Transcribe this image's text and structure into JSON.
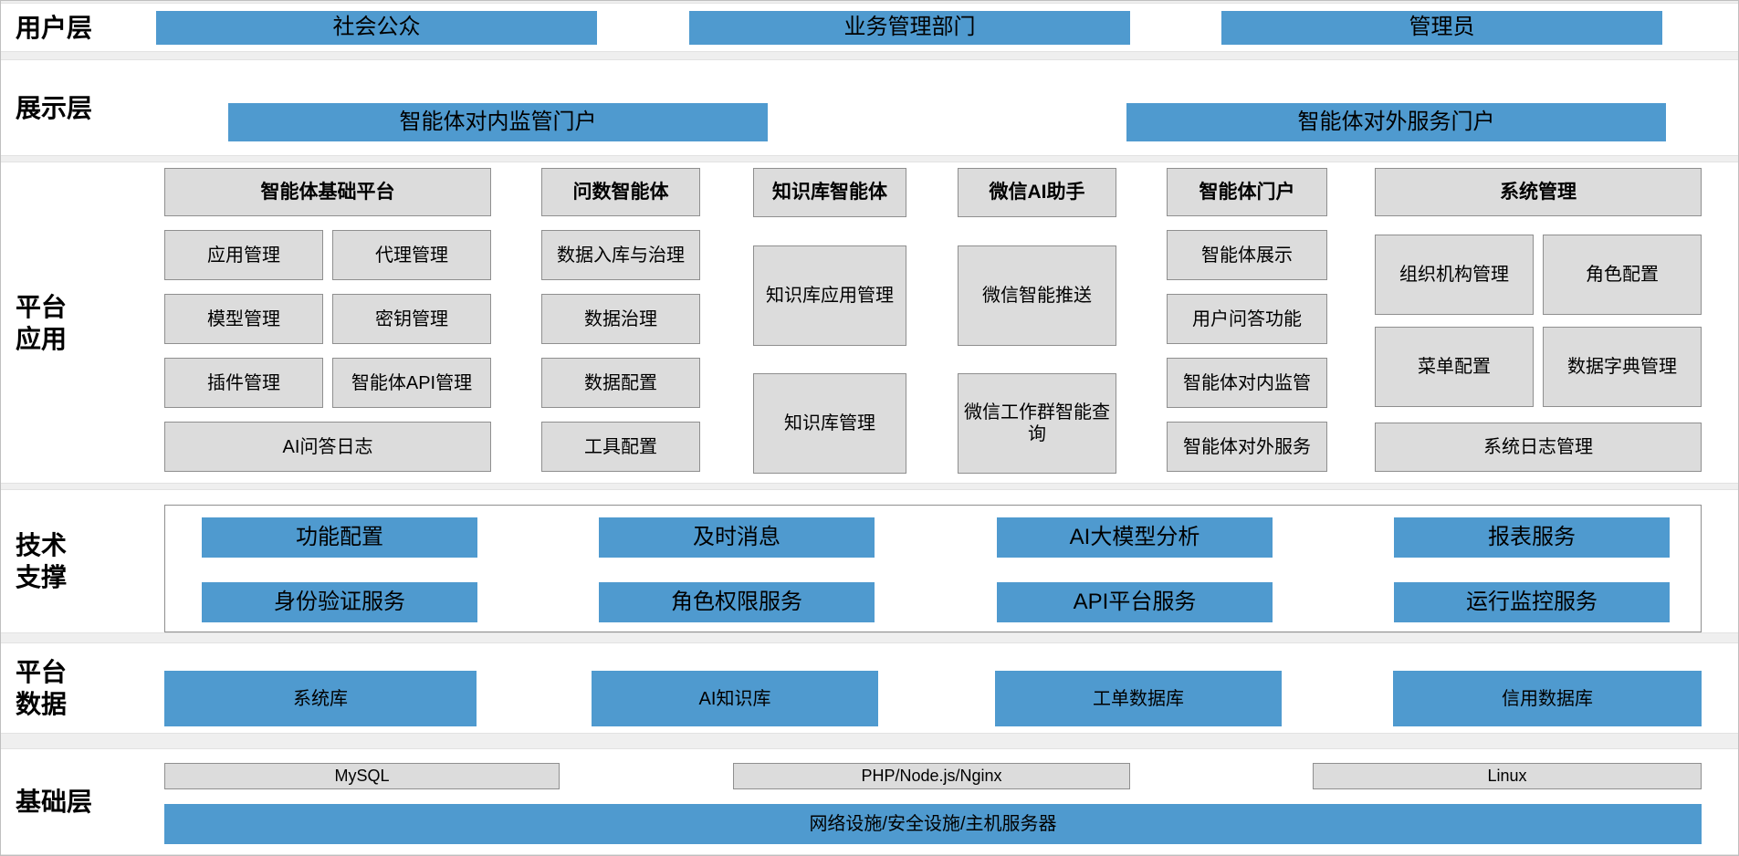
{
  "colors": {
    "accent_blue": "#4f9acf",
    "box_gray_fill": "#dcdcdc",
    "box_gray_border": "#8f8f8f"
  },
  "layers": {
    "user": {
      "label": "用户层",
      "items": [
        "社会公众",
        "业务管理部门",
        "管理员"
      ]
    },
    "display": {
      "label": "展示层",
      "items": [
        "智能体对内监管门户",
        "智能体对外服务门户"
      ]
    },
    "app": {
      "label_lines": [
        "平台",
        "应用"
      ],
      "columns": [
        {
          "header": "智能体基础平台",
          "cells": [
            "应用管理",
            "代理管理",
            "模型管理",
            "密钥管理",
            "插件管理",
            "智能体API管理",
            "AI问答日志"
          ]
        },
        {
          "header": "问数智能体",
          "cells": [
            "数据入库与治理",
            "数据治理",
            "数据配置",
            "工具配置"
          ]
        },
        {
          "header": "知识库智能体",
          "cells": [
            "知识库应用管理",
            "知识库管理"
          ]
        },
        {
          "header": "微信AI助手",
          "cells": [
            "微信智能推送",
            "微信工作群智能查询"
          ]
        },
        {
          "header": "智能体门户",
          "cells": [
            "智能体展示",
            "用户问答功能",
            "智能体对内监管",
            "智能体对外服务"
          ]
        },
        {
          "header": "系统管理",
          "cells": [
            "组织机构管理",
            "角色配置",
            "菜单配置",
            "数据字典管理",
            "系统日志管理"
          ]
        }
      ]
    },
    "tech": {
      "label_lines": [
        "技术",
        "支撑"
      ],
      "rows": [
        [
          "功能配置",
          "及时消息",
          "AI大模型分析",
          "报表服务"
        ],
        [
          "身份验证服务",
          "角色权限服务",
          "API平台服务",
          "运行监控服务"
        ]
      ]
    },
    "data": {
      "label_lines": [
        "平台",
        "数据"
      ],
      "items": [
        "系统库",
        "AI知识库",
        "工单数据库",
        "信用数据库"
      ]
    },
    "infra": {
      "label": "基础层",
      "gray_items": [
        "MySQL",
        "PHP/Node.js/Nginx",
        "Linux"
      ],
      "blue_item": "网络设施/安全设施/主机服务器"
    }
  }
}
